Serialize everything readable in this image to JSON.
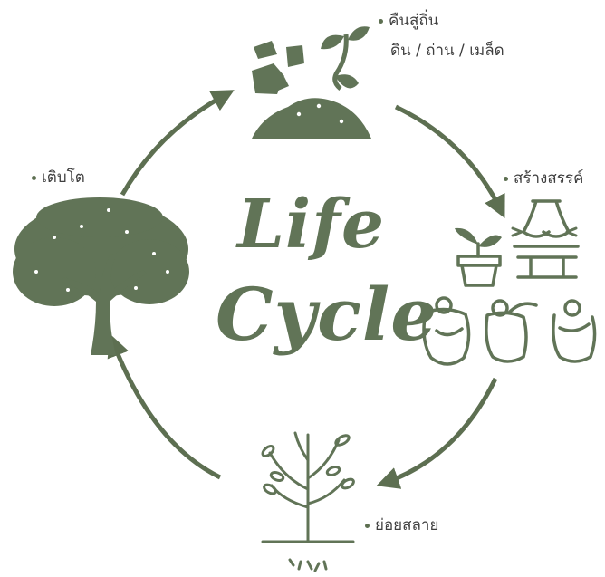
{
  "title": {
    "line1": "Life",
    "line2": "Cycle"
  },
  "stages": {
    "return": {
      "label": "คืนสู่ถิ่น",
      "detail": "ดิน / ถ่าน / เมล็ด"
    },
    "create": {
      "label": "สร้างสรรค์"
    },
    "decompose": {
      "label": "ย่อยสลาย"
    },
    "grow": {
      "label": "เติบโต"
    }
  },
  "colors": {
    "primary": "#617457",
    "ink": "#3f3f3f"
  },
  "icons": [
    "rocks-soil-sprout-icon",
    "pot-plant-pottery-icon",
    "seedling-roots-icon",
    "tree-icon"
  ]
}
